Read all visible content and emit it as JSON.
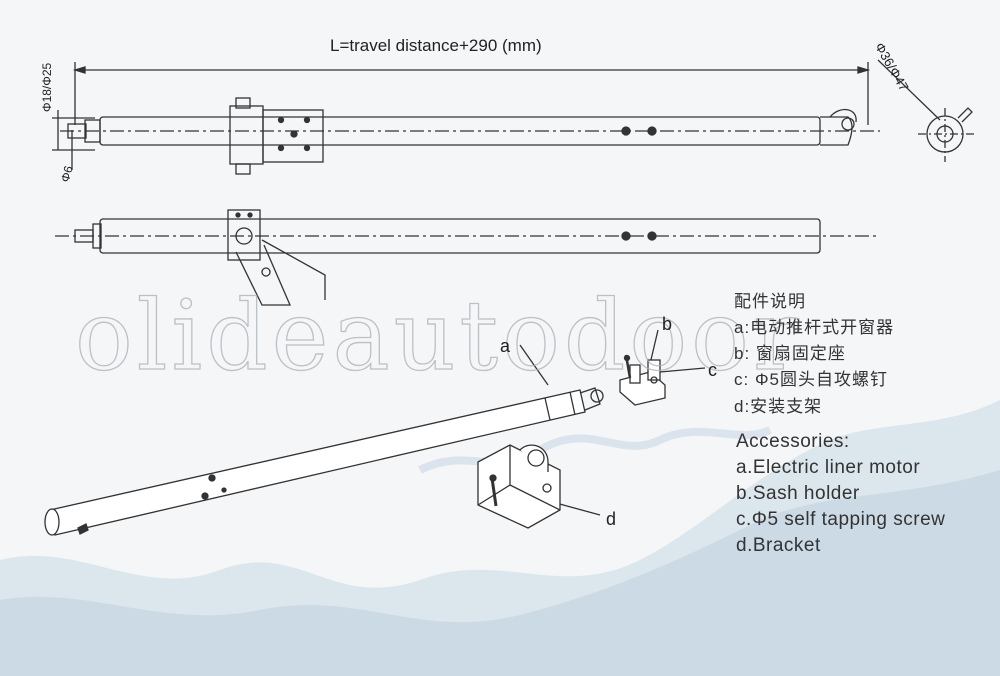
{
  "dimensions": {
    "travel_formula": "L=travel distance+290 (mm)",
    "rod_diameter": "Φ18/Φ25",
    "tip_diameter": "Φ6",
    "motor_diameter": "Φ36/Φ47"
  },
  "watermark": "olideautodoor",
  "callouts": {
    "a": "a",
    "b": "b",
    "c": "c",
    "d": "d"
  },
  "legend_cn": {
    "title": "配件说明",
    "items": [
      "a:电动推杆式开窗器",
      "b:  窗扇固定座",
      "c:  Φ5圆头自攻螺钉",
      "d:安装支架"
    ]
  },
  "legend_en": {
    "title": "Accessories:",
    "items": [
      "a.Electric liner motor",
      "b.Sash holder",
      "c.Φ5 self tapping screw",
      "d.Bracket"
    ]
  },
  "colors": {
    "line": "#333333",
    "background": "#f4f6f8",
    "wave": "#b9ccd8"
  }
}
